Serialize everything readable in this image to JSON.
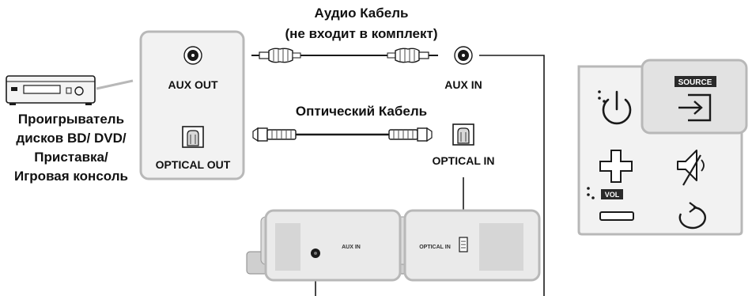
{
  "cable_title": {
    "audio_line1": "Аудио Кабель",
    "audio_line2": "(не входит в комплект)",
    "optical": "Оптический Кабель"
  },
  "source_device": {
    "caption_lines": [
      "Проигрыватель",
      "дисков BD/ DVD/",
      "Приставка/",
      "Игровая консоль"
    ]
  },
  "source_ports": {
    "aux_out": "AUX OUT",
    "optical_out": "OPTICAL OUT"
  },
  "soundbar_ports": {
    "aux_in": "AUX IN",
    "optical_in": "OPTICAL IN",
    "aux_in_small": "AUX IN",
    "optical_in_small": "OPTICAL IN"
  },
  "remote": {
    "source_badge": "SOURCE",
    "vol_badge": "VOL",
    "icons": [
      "power-icon",
      "source-input-icon",
      "plus-icon",
      "mute-icon",
      "minus-icon",
      "repeat-icon"
    ]
  },
  "colors": {
    "panel_fill": "#f2f2f2",
    "panel_stroke": "#b8b8b8",
    "line": "#1a1a1a",
    "highlight": "#e2e2e2"
  }
}
